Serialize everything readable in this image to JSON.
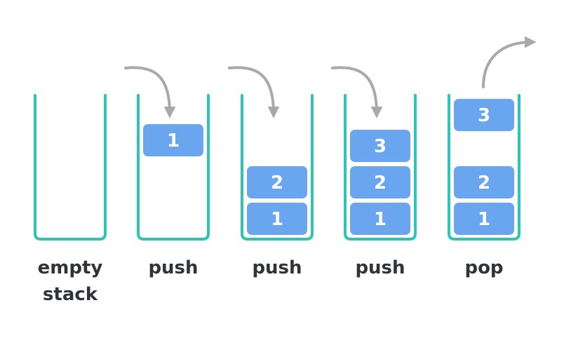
{
  "colors": {
    "container": "#2ec4b6",
    "block": "#6aa6f0",
    "block_text": "#ffffff",
    "arrow": "#a9a9a9",
    "label": "#2f3438"
  },
  "stacks": [
    {
      "label_lines": [
        "empty",
        "stack"
      ],
      "blocks": [],
      "arrow": null
    },
    {
      "label_lines": [
        "push"
      ],
      "blocks": [
        {
          "value": "1",
          "state": "incoming"
        }
      ],
      "arrow": "push"
    },
    {
      "label_lines": [
        "push"
      ],
      "blocks": [
        {
          "value": "1",
          "state": "stacked"
        },
        {
          "value": "2",
          "state": "stacked"
        }
      ],
      "arrow": "push"
    },
    {
      "label_lines": [
        "push"
      ],
      "blocks": [
        {
          "value": "1",
          "state": "stacked"
        },
        {
          "value": "2",
          "state": "stacked"
        },
        {
          "value": "3",
          "state": "stacked"
        }
      ],
      "arrow": "push"
    },
    {
      "label_lines": [
        "pop"
      ],
      "blocks": [
        {
          "value": "1",
          "state": "stacked"
        },
        {
          "value": "2",
          "state": "stacked"
        },
        {
          "value": "3",
          "state": "outgoing"
        }
      ],
      "arrow": "pop"
    }
  ]
}
